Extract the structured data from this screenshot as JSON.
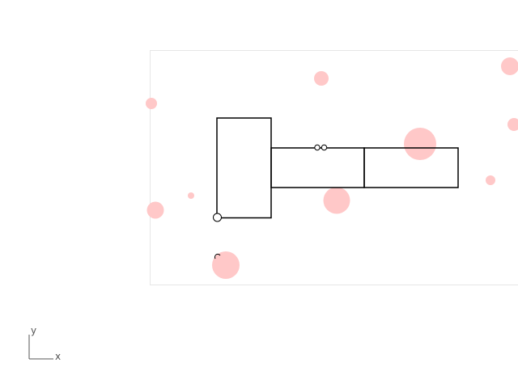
{
  "colors": {
    "background": "#ffffff",
    "viewport_border": "#e6e6e6",
    "geometry_stroke": "#000000",
    "obstacle_fill": "#ffc8c8",
    "axis_stroke": "#555555"
  },
  "axes": {
    "x_label": "x",
    "y_label": "y"
  },
  "obstacles": [
    {
      "id": "obstacle-1"
    },
    {
      "id": "obstacle-2"
    },
    {
      "id": "obstacle-3"
    },
    {
      "id": "obstacle-4"
    },
    {
      "id": "obstacle-5"
    },
    {
      "id": "obstacle-6"
    },
    {
      "id": "obstacle-7"
    },
    {
      "id": "obstacle-8"
    },
    {
      "id": "obstacle-9"
    },
    {
      "id": "obstacle-10"
    },
    {
      "id": "obstacle-11"
    }
  ]
}
